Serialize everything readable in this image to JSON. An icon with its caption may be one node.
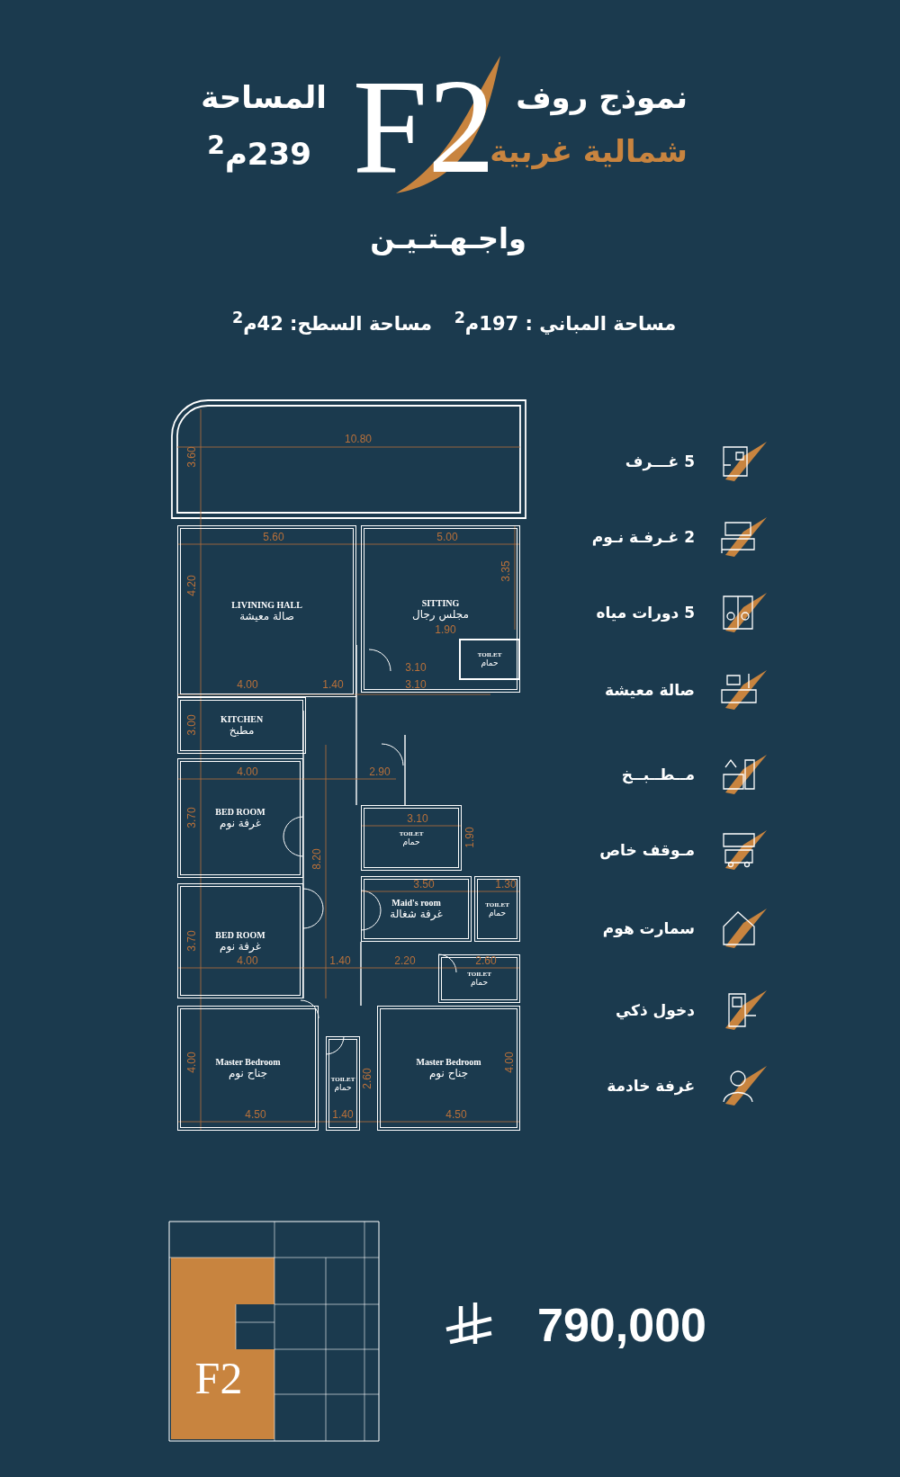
{
  "diagram": {
    "nodes": [
      {
        "text": [
          "LIVINING HALL",
          "صالة معيشة"
        ]
      },
      {
        "text": [
          "SITTING",
          "مجلس رجال"
        ]
      },
      {
        "text": [
          "TOILET",
          "حمام"
        ],
        "in": 1
      },
      {
        "text": [
          "KITCHEN",
          "مطبخ"
        ]
      },
      {
        "text": [
          "BED ROOM",
          "غرفة نوم"
        ]
      },
      {
        "text": [
          "TOILET",
          "حمام"
        ]
      },
      {
        "text": [
          "BED ROOM",
          "غرفة نوم"
        ]
      },
      {
        "text": [
          "Maid's room",
          "غرفة شغالة"
        ]
      },
      {
        "text": [
          "TOILET",
          "حمام"
        ]
      },
      {
        "text": [
          "TOILET",
          "حمام"
        ]
      },
      {
        "text": [
          "Master Bedroom",
          "جناح نوم"
        ]
      },
      {
        "text": [
          "TOILET",
          "حمام"
        ]
      },
      {
        "text": [
          "Master Bedroom",
          "جناح نوم"
        ]
      }
    ],
    "labels": [
      "المساحة",
      "F2",
      "نموذج روف",
      "239م$^{2}$",
      "شمالية غربية",
      "واجـهـتـيـن",
      "مساحة السطح: 42م$^{2}$",
      "مساحة المباني : 197م$^{2}$",
      "10.80",
      "3.60",
      "5.60",
      "5.00",
      "3.35",
      "4.20",
      "1.90",
      "3.10",
      "4.00",
      "1.40",
      "3.10",
      "3.00",
      "4.00",
      "2.90",
      "3.70",
      "3.10",
      "1.90",
      "8.20",
      "3.50",
      "1.30",
      "3.70",
      "4.00",
      "1.40",
      "2.20",
      "2.60",
      "4.00",
      "4.00",
      "2.60",
      "4.50",
      "1.40",
      "4.50",
      "5 غـــرف",
      "2 غـرفـة نـوم",
      "5 دورات مياه",
      "صالة معيشة",
      "مــطــبــخ",
      "مـوقف خاص",
      "سمارت هوم",
      "دخول ذكي",
      "غرفة خادمة",
      "790,000",
      "F2"
    ]
  }
}
